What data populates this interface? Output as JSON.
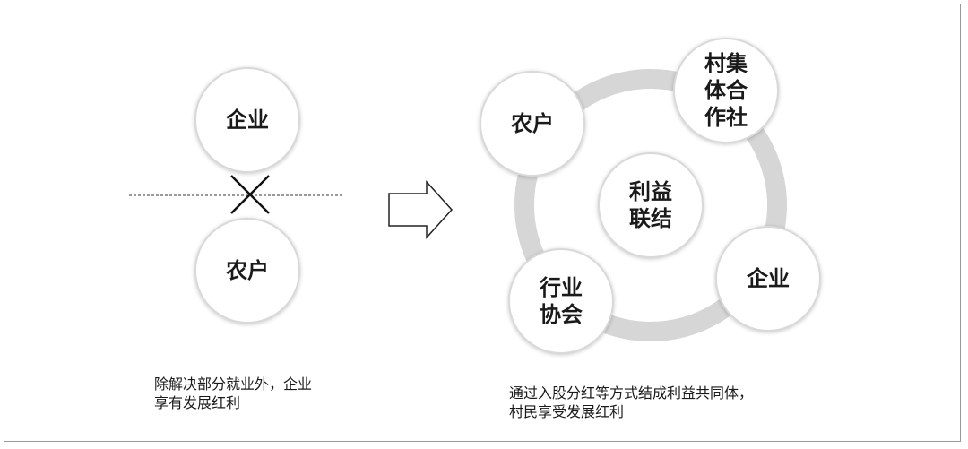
{
  "left_panel": {
    "top_node": "企业",
    "bottom_node": "农户",
    "caption": "除解决部分就业外，企业\n享有发展红利"
  },
  "right_panel": {
    "center_node": "利益\n联结",
    "nodes": {
      "farmer": "农户",
      "village_coop": "村集\n体合\n作社",
      "enterprise": "企业",
      "industry_assoc": "行业\n协会"
    },
    "caption": "通过入股分红等方式结成利益共同体，\n村民享受发展红利"
  }
}
